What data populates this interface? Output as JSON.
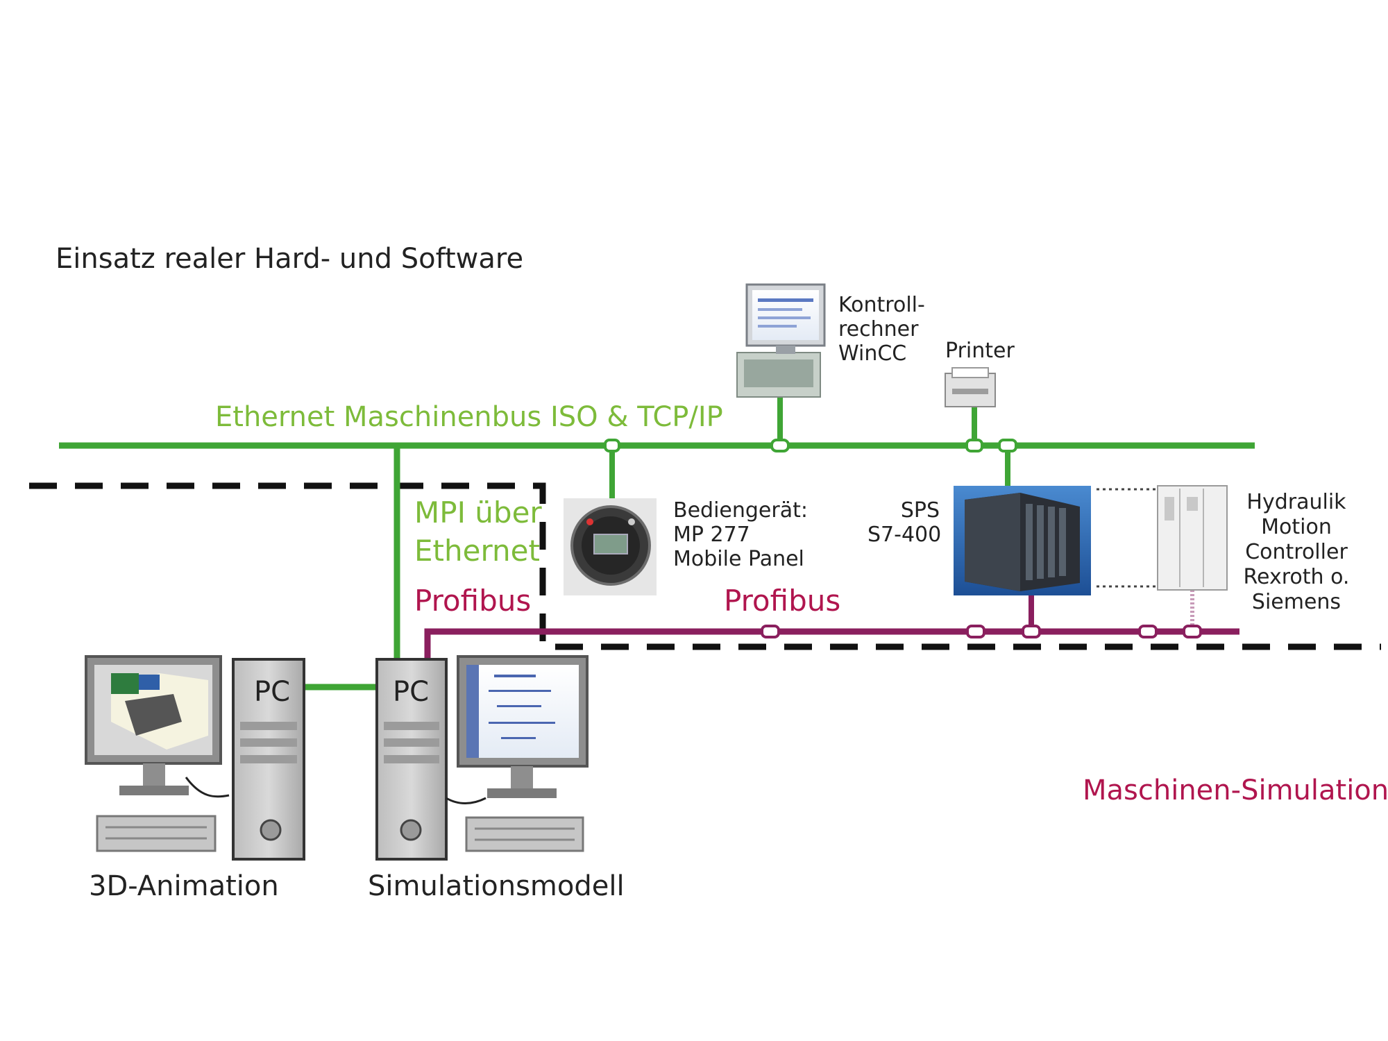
{
  "title": "Einsatz realer Hard- und Software",
  "networks": {
    "ethernet": "Ethernet Maschinenbus ISO & TCP/IP",
    "mpi": [
      "MPI über",
      "Ethernet"
    ],
    "profibus_left": "Profibus",
    "profibus_right": "Profibus"
  },
  "devices": {
    "kontrollrechner": [
      "Kontroll-",
      "rechner",
      "WinCC"
    ],
    "printer": "Printer",
    "bediengeraet": [
      "Bediengerät:",
      "MP 277",
      "Mobile Panel"
    ],
    "sps": [
      "SPS",
      "S7-400"
    ],
    "hydraulik": [
      "Hydraulik",
      "Motion",
      "Controller",
      "Rexroth o.",
      "Siemens"
    ],
    "pc_left": "PC",
    "pc_right": "PC"
  },
  "captions": {
    "animation": "3D-Animation",
    "simulation_model": "Simulationsmodell",
    "machine_sim": "Maschinen-Simulation"
  },
  "colors": {
    "ethernet": "#3fa535",
    "profibus": "#8a1f5e",
    "boundary": "#111111",
    "label_green": "#7dbb3a",
    "label_red": "#b0154e"
  }
}
